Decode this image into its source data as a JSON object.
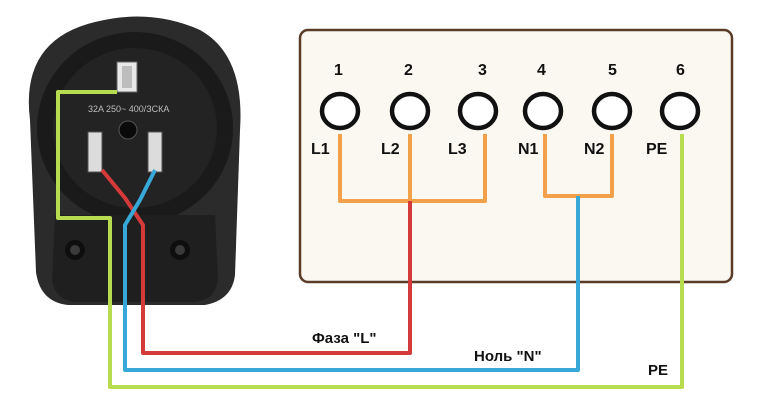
{
  "socket": {
    "rating_text": "32A 250~ 400/ЗСКА",
    "body_color": "#1c1c1c"
  },
  "terminal_block": {
    "background": "#fbf8f2",
    "border": "#5a3c26",
    "terminals": [
      {
        "number": "1",
        "label": "L1"
      },
      {
        "number": "2",
        "label": "L2"
      },
      {
        "number": "3",
        "label": "L3"
      },
      {
        "number": "4",
        "label": "N1"
      },
      {
        "number": "5",
        "label": "N2"
      },
      {
        "number": "6",
        "label": "PE"
      }
    ]
  },
  "wires": {
    "phase": {
      "label": "Фаза \"L\"",
      "color": "#d43a3a"
    },
    "neutral": {
      "label": "Ноль \"N\"",
      "color": "#38a8d8"
    },
    "earth": {
      "label": "PE",
      "color": "#b8dc50"
    },
    "jumper": {
      "color": "#f0a14a"
    }
  }
}
